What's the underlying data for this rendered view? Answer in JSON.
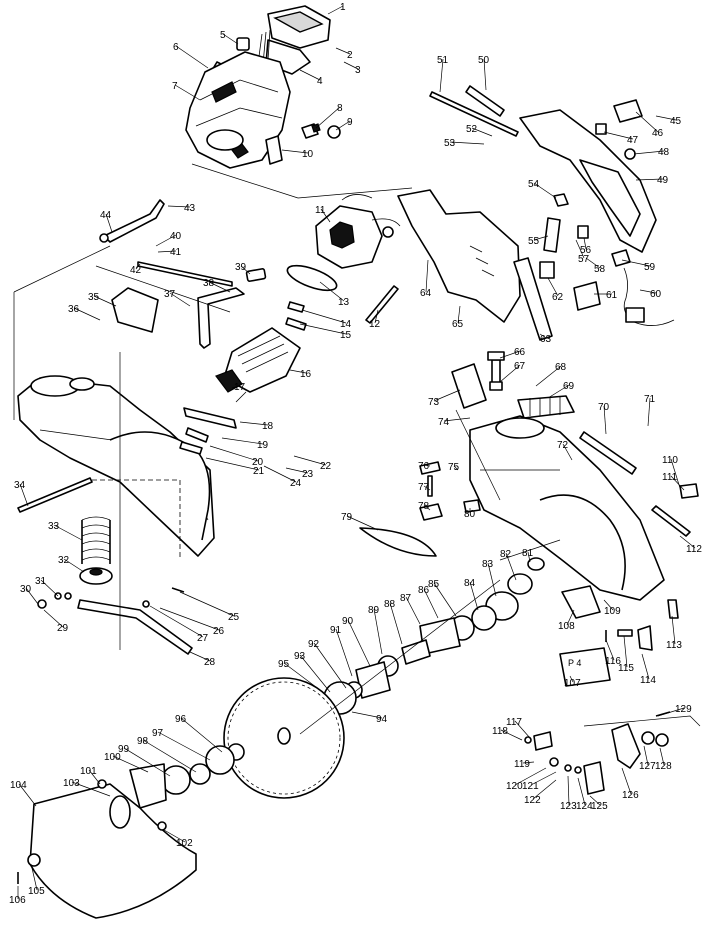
{
  "plate_label": "P 4",
  "part_numbers": [
    "1",
    "2",
    "3",
    "4",
    "5",
    "6",
    "7",
    "8",
    "9",
    "10",
    "11",
    "12",
    "13",
    "14",
    "15",
    "16",
    "17",
    "18",
    "19",
    "20",
    "21",
    "22",
    "23",
    "24",
    "25",
    "26",
    "27",
    "28",
    "29",
    "30",
    "31",
    "32",
    "33",
    "34",
    "35",
    "36",
    "37",
    "38",
    "39",
    "40",
    "41",
    "42",
    "43",
    "44",
    "45",
    "46",
    "47",
    "48",
    "49",
    "50",
    "51",
    "52",
    "53",
    "54",
    "55",
    "56",
    "57",
    "58",
    "59",
    "60",
    "61",
    "62",
    "63",
    "64",
    "65",
    "66",
    "67",
    "68",
    "69",
    "70",
    "71",
    "72",
    "73",
    "74",
    "75",
    "76",
    "77",
    "78",
    "79",
    "80",
    "81",
    "82",
    "83",
    "84",
    "85",
    "86",
    "87",
    "88",
    "89",
    "90",
    "91",
    "92",
    "93",
    "94",
    "95",
    "96",
    "97",
    "98",
    "99",
    "100",
    "101",
    "102",
    "103",
    "104",
    "105",
    "106",
    "107",
    "108",
    "109",
    "110",
    "111",
    "112",
    "113",
    "114",
    "115",
    "116",
    "117",
    "118",
    "119",
    "120",
    "121",
    "122",
    "123",
    "124",
    "125",
    "126",
    "127",
    "128",
    "129"
  ]
}
